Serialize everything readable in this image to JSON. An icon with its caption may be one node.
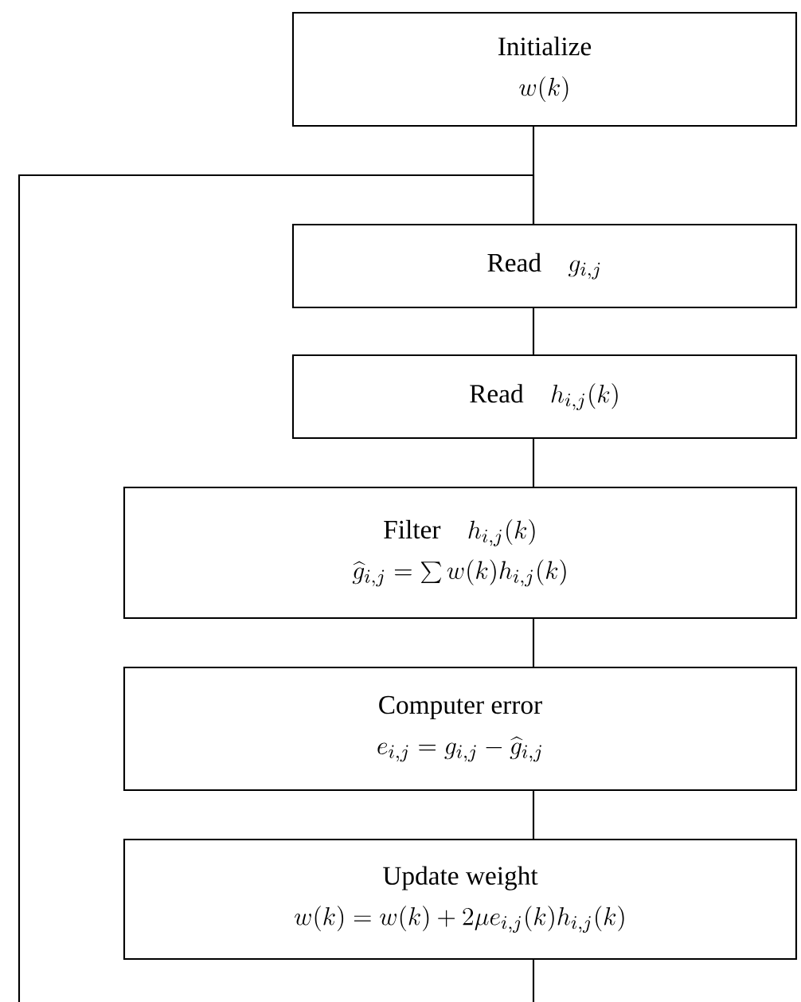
{
  "diagram": {
    "nodes": [
      {
        "text": [
          "Initialize",
          "w(k)"
        ]
      },
      {
        "text": [
          "Read",
          "g_{i,j}"
        ]
      },
      {
        "text": [
          "Read",
          "h_{i,j}(k)"
        ]
      },
      {
        "text": [
          "Filter",
          "h_{i,j}(k)",
          "\\widehat{g}_{i,j}=\\sum w(k)h_{i,j}(k)"
        ]
      },
      {
        "text": [
          "Computer error",
          "e_{i,j}=g_{i,j}-\\widehat{g}_{i,j}"
        ]
      },
      {
        "text": [
          "Update weight",
          "w(k)=w(k)+2\\mu e_{i,j}(k)h_{i,j}(k)"
        ]
      }
    ],
    "edges": [
      {
        "from": 0,
        "to": 1,
        "arrow": "none"
      },
      {
        "from": 1,
        "to": 2,
        "arrow": "none"
      },
      {
        "from": 2,
        "to": 3,
        "arrow": "none"
      },
      {
        "from": 3,
        "to": 4,
        "arrow": "none"
      },
      {
        "from": 4,
        "to": 5,
        "arrow": "none"
      },
      {
        "from": 5,
        "to": null,
        "arrow": "none"
      },
      {
        "from": null,
        "to": 1,
        "arrow": "none"
      }
    ]
  }
}
